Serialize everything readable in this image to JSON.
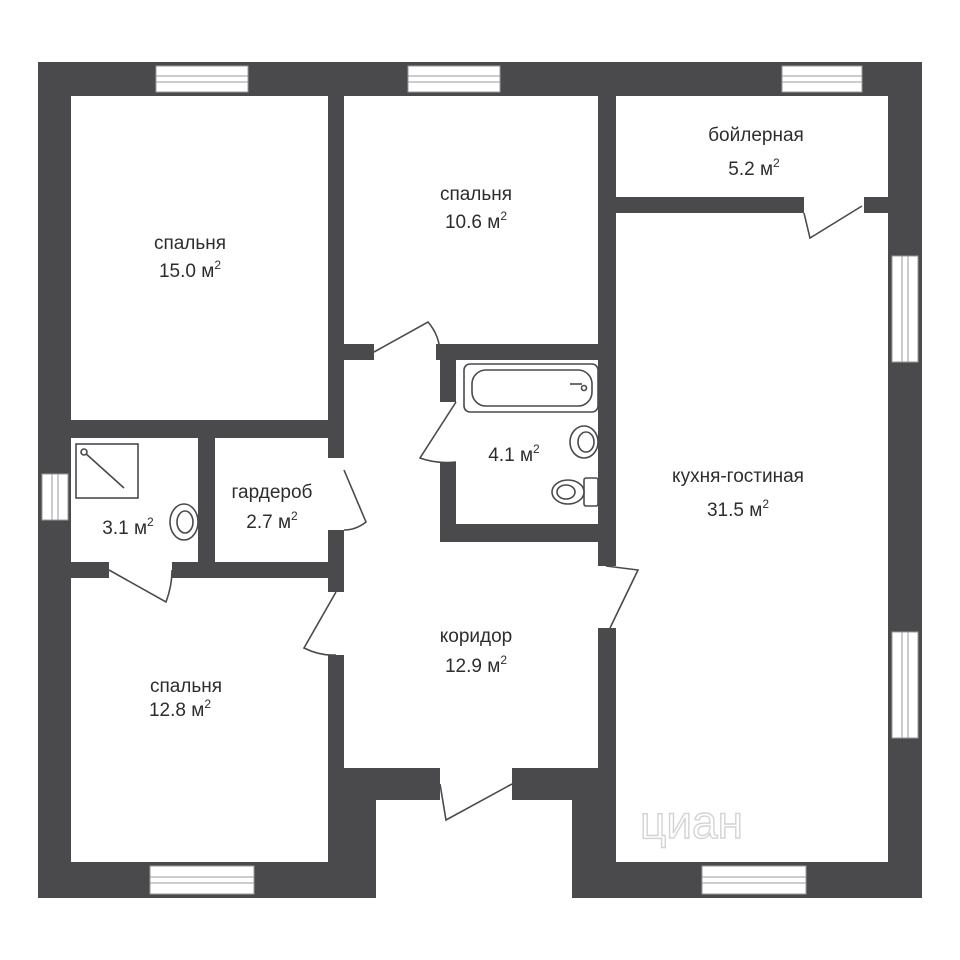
{
  "plan": {
    "unit": "м",
    "unit_sup": "2",
    "watermark": "циан",
    "rooms": [
      {
        "key": "bedroom_nw",
        "name": "спальня",
        "area": "15.0"
      },
      {
        "key": "bedroom_n",
        "name": "спальня",
        "area": "10.6"
      },
      {
        "key": "boiler",
        "name": "бойлерная",
        "area": "5.2"
      },
      {
        "key": "bathroom",
        "name": "",
        "area": "4.1"
      },
      {
        "key": "shower",
        "name": "",
        "area": "3.1"
      },
      {
        "key": "wardrobe",
        "name": "гардероб",
        "area": "2.7"
      },
      {
        "key": "kitchen_living",
        "name": "кухня-гостиная",
        "area": "31.5"
      },
      {
        "key": "corridor",
        "name": "коридор",
        "area": "12.9"
      },
      {
        "key": "bedroom_sw",
        "name": "спальня",
        "area": "12.8"
      }
    ]
  }
}
